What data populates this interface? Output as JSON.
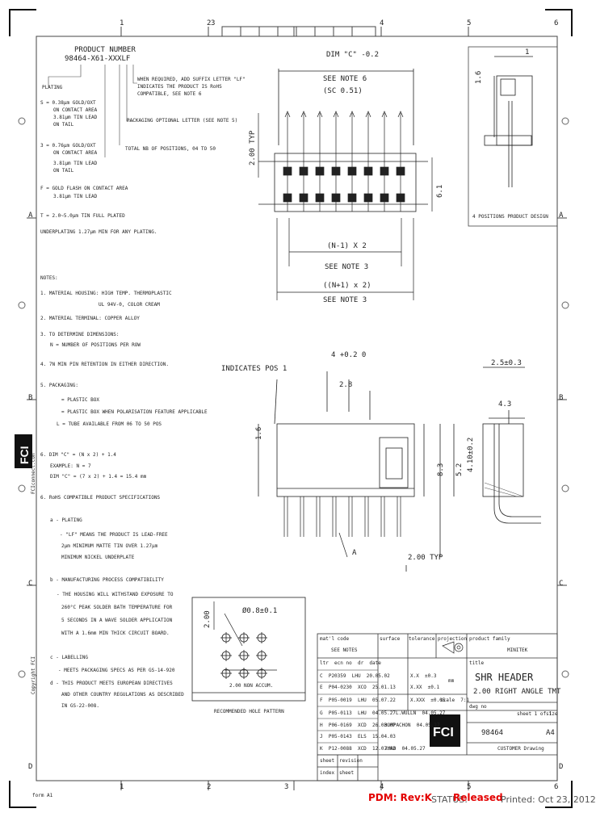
{
  "border": {
    "top_cols": [
      "1",
      "2",
      "3",
      "4",
      "5",
      "6"
    ],
    "bottom_cols": [
      "1",
      "2",
      "3",
      "4",
      "5",
      "6"
    ],
    "left_rows": [
      "A",
      "B",
      "C",
      "D"
    ],
    "right_rows": [
      "A",
      "B",
      "C",
      "D"
    ],
    "side_text_1": "FCIconnect.com",
    "side_text_2": "Copyright FCI",
    "form_id": "form A1"
  },
  "product_number": {
    "title": "PRODUCT NUMBER",
    "code": "98464-X61-XXXLF",
    "plating_header": "PLATING",
    "plating_s": [
      "S = 0.38μm GOLD/OXT",
      "ON CONTACT AREA",
      "3.81μm TIN LEAD",
      "ON TAIL"
    ],
    "plating_3": [
      "3 = 0.76μm GOLD/OXT",
      "ON CONTACT AREA",
      "3.81μm TIN LEAD",
      "ON TAIL"
    ],
    "plating_f": [
      "F = GOLD FLASH ON CONTACT AREA",
      "3.81μm TIN LEAD"
    ],
    "plating_t": [
      "T = 2.0~5.0μm TIN FULL PLATED",
      "UNDERPLATING 1.27μm MIN FOR ANY PLATING."
    ],
    "lf_note": [
      "WHEN REQUIRED, ADD SUFFIX LETTER \"LF\"",
      "INDICATES THE PRODUCT IS RoHS",
      "COMPATIBLE, SEE NOTE 6"
    ],
    "packaging_note": "PACKAGING OPTIONAL LETTER (SEE NOTE 5)",
    "positions_note": "TOTAL NB OF POSITIONS, 04 TO 50"
  },
  "notes": {
    "header": "NOTES:",
    "n1": [
      "1. MATERIAL HOUSING: HIGH TEMP. THERMOPLASTIC",
      "UL 94V-0, COLOR CREAM"
    ],
    "n2": "2. MATERIAL TERMINAL: COPPER ALLOY",
    "n3": [
      "3. TO DETERMINE DIMENSIONS:",
      "N = NUMBER OF POSITIONS PER ROW"
    ],
    "n4": "4. 7N MIN PIN RETENTION IN EITHER DIRECTION.",
    "n5": [
      "5. PACKAGING:",
      "= PLASTIC BOX",
      "= PLASTIC BOX WHEN POLARISATION FEATURE APPLICABLE",
      "L = TUBE AVAILABLE FROM 06 TO 50 POS"
    ],
    "n6": [
      "6. DIM \"C\" = (N x 2) + 1.4",
      "EXAMPLE: N = 7",
      "DIM \"C\" = (7 x 2) + 1.4 = 15.4 mm"
    ],
    "n7_title": "6. RoHS COMPATIBLE PRODUCT SPECIFICATIONS",
    "n7a": [
      "a - PLATING",
      "- \"LF\" MEANS THE PRODUCT IS LEAD-FREE",
      "2μm MINIMUM MATTE TIN OVER 1.27μm",
      "MINIMUM NICKEL UNDERPLATE"
    ],
    "n7b": [
      "b - MANUFACTURING PROCESS COMPATIBILITY",
      "- THE HOUSING WILL WITHSTAND EXPOSURE TO",
      "260°C PEAK SOLDER BATH TEMPERATURE FOR",
      "5 SECONDS IN A WAVE SOLDER APPLICATION",
      "WITH A 1.6mm MIN THICK CIRCUIT BOARD."
    ],
    "n7c": [
      "c - LABELLING",
      "- MEETS PACKAGING SPECS AS PER GS-14-920"
    ],
    "n7d": [
      "d - THIS PRODUCT MEETS EUROPEAN DIRECTIVES",
      "AND OTHER COUNTRY REGULATIONS AS DESCRIBED",
      "IN GS-22-008."
    ]
  },
  "dims": {
    "dim_c": "DIM \"C\" -0.2",
    "see_note_6": "SEE NOTE 6",
    "sc": "(SC 0.51)",
    "two_typ": "2.00 TYP",
    "n_minus": "(N-1) X 2",
    "see_note_3a": "SEE NOTE 3",
    "n_plus": "((N+1) x 2)",
    "see_note_3b": "SEE NOTE 3",
    "six_one": "6.1",
    "one_six_top": "1.6",
    "one_top": "1",
    "four_pos": "4 POSITIONS PRODUCT DESIGN",
    "indicates_pos": "INDICATES POS 1",
    "tol_4": "4 +0.2 0",
    "two_eight": "2.8",
    "one_six_mid": "1.6",
    "dim_83": "8.3",
    "dim_52": "5.2",
    "two_typ_b": "2.00 TYP",
    "a_label": "A",
    "two_five": "2.5±0.3",
    "four_three": "4.3",
    "four_ten": "4.10±0.2",
    "hole_dia": "Ø0.8±0.1",
    "two_00_v": "2.00",
    "non_accum": "2.00 NON ACCUM.",
    "hole_title": "RECOMMENDED HOLE PATTERN"
  },
  "title_block": {
    "mat_code_h": "mat'l code",
    "mat_code_v": "SEE NOTES",
    "surface_h": "surface",
    "tolerance_h": "tolerance",
    "projection_h": "projection",
    "product_family_h": "product family",
    "product_family_v": "MINITEK",
    "title_h": "title",
    "title_1": "SHR HEADER",
    "title_2": "2.00 RIGHT ANGLE TMT",
    "dwg_no_h": "dwg no",
    "dwg_no": "98464",
    "sheet_info": "sheet 1 of 1",
    "size_h": "size",
    "size_v": "A4",
    "customer": "CUSTOMER Drawing",
    "ltr_row": "ltr  ecn no  dr  date",
    "revisions": [
      "C  P20359  LHU  20.05.02",
      "E  P04-0230  XCO  25.01.13",
      "F  P05-0019  LHU  05.07.22",
      "G  P05-0113  LHU  04.05.27",
      "H  P06-0169  XCD  26.03.07",
      "J  P05-0143  ELS  15.04.03",
      "K  P12-0088  XCD  12.07.03"
    ],
    "tol_rows": [
      "X.X  ±0.3",
      "X.XX  ±0.1",
      "X.XXX  ±0.05"
    ],
    "mm": "mm",
    "scale": "scale  7:1",
    "approvals": [
      "L.WULLN  04.05.27",
      "HOMPACHON  04.05.27",
      "JMAD  04.05.27"
    ],
    "sheet_h": "sheet",
    "revision_h": "revision",
    "index_h": "index",
    "sheet2_h": "sheet"
  },
  "footer": {
    "pdm": "PDM: Rev:K",
    "status_h": "STATUS:",
    "status_v": "Released",
    "printed": "Printed: Oct 23, 2012"
  }
}
